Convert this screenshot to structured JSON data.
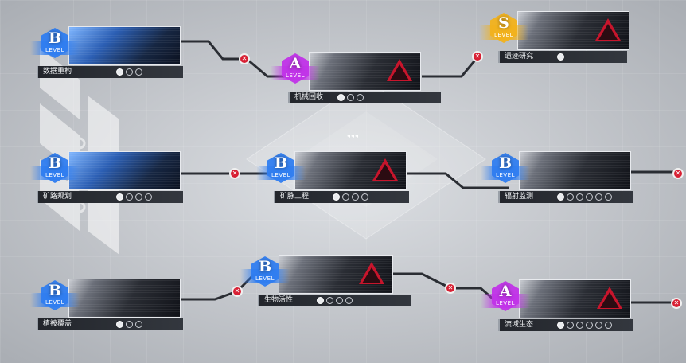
{
  "colors": {
    "grade_B": "#2f7df0",
    "grade_A": "#c133e8",
    "grade_S": "#f2b21c",
    "locked_x": "#d81f33",
    "wire": "#2a2d33"
  },
  "nav_hint": "◂◂◂",
  "nodes": [
    {
      "name": "数据重构",
      "grade": "B",
      "level_label": "LEVEL",
      "thumb": "blue",
      "warning": false,
      "slots": 2
    },
    {
      "name": "机械回收",
      "grade": "A",
      "level_label": "LEVEL",
      "thumb": "dark",
      "warning": true,
      "slots": 2
    },
    {
      "name": "遗迹研究",
      "grade": "S",
      "level_label": "LEVEL",
      "thumb": "dark",
      "warning": true,
      "slots": 0
    },
    {
      "name": "矿路规划",
      "grade": "B",
      "level_label": "LEVEL",
      "thumb": "blue",
      "warning": false,
      "slots": 3
    },
    {
      "name": "矿脉工程",
      "grade": "B",
      "level_label": "LEVEL",
      "thumb": "dark",
      "warning": true,
      "slots": 3
    },
    {
      "name": "辐射监测",
      "grade": "B",
      "level_label": "LEVEL",
      "thumb": "dark",
      "warning": false,
      "slots": 5
    },
    {
      "name": "植被覆盖",
      "grade": "B",
      "level_label": "LEVEL",
      "thumb": "dark",
      "warning": false,
      "slots": 2
    },
    {
      "name": "生物活性",
      "grade": "B",
      "level_label": "LEVEL",
      "thumb": "dark",
      "warning": true,
      "slots": 3
    },
    {
      "name": "流域生态",
      "grade": "A",
      "level_label": "LEVEL",
      "thumb": "dark",
      "warning": true,
      "slots": 5
    }
  ],
  "icons": {
    "lock": "close-icon",
    "slot_main": "cube-icon",
    "slot_empty": "hex-slot-icon"
  }
}
